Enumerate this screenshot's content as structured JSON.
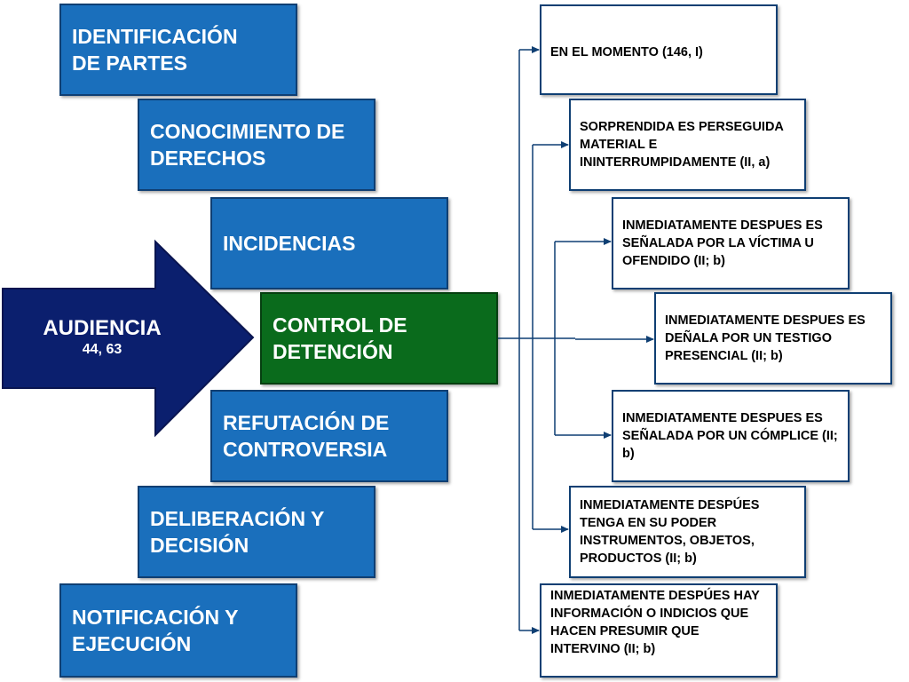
{
  "audiencia": {
    "title": "AUDIENCIA",
    "articles": "44, 63"
  },
  "stages": [
    {
      "line1": "IDENTIFICACIÓN",
      "line2": "DE PARTES"
    },
    {
      "line1": "CONOCIMIENTO DE",
      "line2": "DERECHOS"
    },
    {
      "line1": "INCIDENCIAS",
      "line2": ""
    },
    {
      "line1": "CONTROL DE",
      "line2": "DETENCIÓN"
    },
    {
      "line1": "REFUTACIÓN DE",
      "line2": "CONTROVERSIA"
    },
    {
      "line1": "DELIBERACIÓN Y",
      "line2": "DECISIÓN"
    },
    {
      "line1": "NOTIFICACIÓN Y",
      "line2": "EJECUCIÓN"
    }
  ],
  "hypotheses": [
    "EN EL MOMENTO (146, I)",
    "SORPRENDIDA ES PERSEGUIDA MATERIAL E ININTERRUMPIDAMENTE (II, a)",
    "INMEDIATAMENTE DESPUES ES SEÑALADA POR LA VÍCTIMA U OFENDIDO (II; b)",
    "INMEDIATAMENTE DESPUES ES DEÑALA POR UN TESTIGO PRESENCIAL (II; b)",
    "INMEDIATAMENTE DESPUES ES SEÑALADA POR UN CÓMPLICE (II; b)",
    "INMEDIATAMENTE DESPÚES TENGA EN SU PODER INSTRUMENTOS, OBJETOS, PRODUCTOS (II; b)",
    "INMEDIATAMENTE DESPÚES HAY INFORMACIÓN O INDICIOS QUE HACEN PRESUMIR QUE INTERVINO (II; b)"
  ],
  "colors": {
    "stage_blue": "#1a6fbc",
    "active_green": "#0a6b1c",
    "arrow_navy": "#0b1f6e",
    "line": "#0f3f73"
  }
}
